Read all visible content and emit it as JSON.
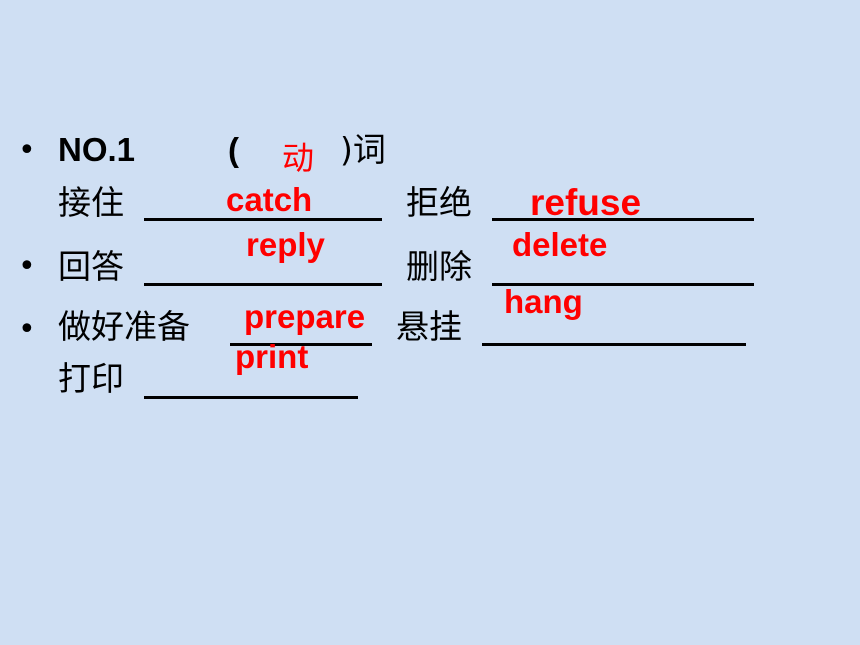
{
  "slide": {
    "bullet_char": "•",
    "heading": {
      "no_label": "NO.1",
      "paren_open": "(",
      "paren_close": ")词",
      "answer": "动"
    },
    "rows": [
      {
        "prompts": [
          "接住",
          "拒绝"
        ],
        "answers": [
          "catch",
          "refuse"
        ]
      },
      {
        "prompts": [
          "回答",
          "删除"
        ],
        "answers": [
          "reply",
          "delete"
        ]
      },
      {
        "prompts": [
          "做好准备",
          "悬挂"
        ],
        "answers": [
          "prepare",
          "hang"
        ]
      },
      {
        "prompts": [
          "打印"
        ],
        "answers": [
          "print"
        ]
      }
    ]
  },
  "colors": {
    "background": "#cfdff3",
    "answer_text": "#ff0000",
    "prompt_text": "#000000"
  }
}
